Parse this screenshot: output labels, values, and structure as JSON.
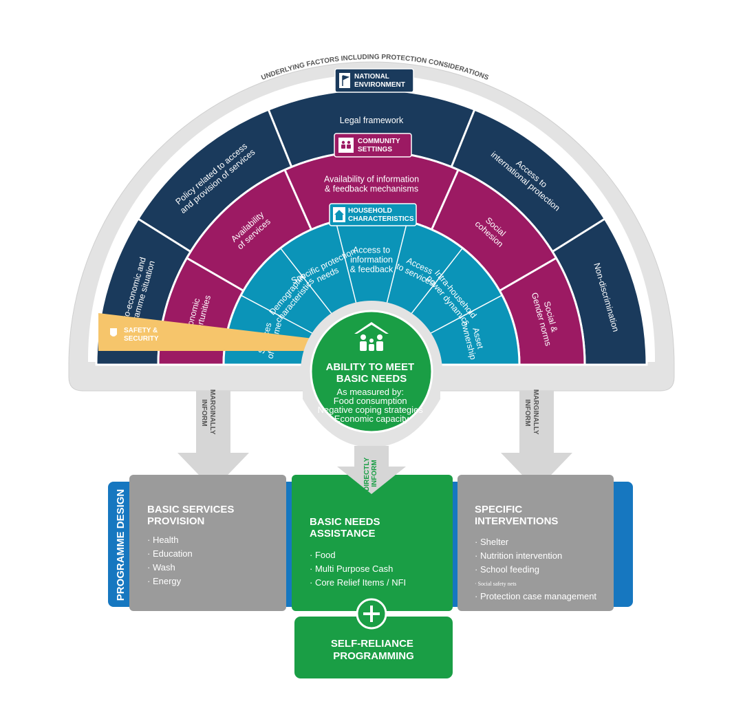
{
  "underlying_title": "UNDERLYING FACTORS INCLUDING PROTECTION CONSIDERATIONS",
  "layers": {
    "national": {
      "badge": [
        "NATIONAL",
        "ENVIRONMENT"
      ],
      "icon": "flag-icon",
      "color": "#1a3a5c",
      "segments": [
        [
          "Macro-economic and",
          "programme situation"
        ],
        [
          "Policy related to access",
          "and provision of services"
        ],
        [
          "Legal framework"
        ],
        [
          "Access to",
          "international protection"
        ],
        [
          "Non-discrimination"
        ]
      ]
    },
    "community": {
      "badge": [
        "COMMUNITY",
        "SETTINGS"
      ],
      "icon": "community-icon",
      "color": "#9c1a63",
      "segments": [
        [
          "Economic",
          "opportunities"
        ],
        [
          "Availability",
          "of services"
        ],
        [
          "Availability of information",
          "& feedback mechanisms"
        ],
        [
          "Social",
          "cohesion"
        ],
        [
          "Social &",
          "Gender norms"
        ]
      ]
    },
    "household": {
      "badge": [
        "HOUSEHOLD",
        "CHARACTERISTICS"
      ],
      "icon": "house-icon",
      "color": "#0b94b8",
      "segments": [
        [
          "Sources",
          "of income"
        ],
        [
          "Demographic",
          "characteristics"
        ],
        [
          "Specific protection",
          "needs"
        ],
        [
          "Access to",
          "information",
          "& feedback"
        ],
        [
          "Access",
          "to services"
        ],
        [
          "Intra-household",
          "power dynamics"
        ],
        [
          "Asset",
          "ownership"
        ]
      ]
    }
  },
  "safety": {
    "label": [
      "SAFETY &",
      "SECURITY"
    ],
    "icon": "heart-shield-icon",
    "color": "#f6c56b"
  },
  "center": {
    "title": [
      "ABILITY TO MEET",
      "BASIC NEEDS"
    ],
    "measured_by": [
      "As measured by:",
      "Food consumption",
      "Negative coping strategies",
      "Economic capacity"
    ],
    "icon": "family-house-icon",
    "color": "#1a9e45"
  },
  "arrows": {
    "left": [
      "MARGINALLY",
      "INFORM"
    ],
    "center": [
      "DIRECTLY",
      "INFORM"
    ],
    "right": [
      "MARGINALLY",
      "INFORM"
    ]
  },
  "programme_design": "PROGRAMME DESIGN",
  "boxes": {
    "basic_services": {
      "title": [
        "BASIC SERVICES",
        "PROVISION"
      ],
      "items": [
        "· Health",
        "· Education",
        "· Wash",
        "· Energy"
      ]
    },
    "basic_needs": {
      "title": [
        "BASIC NEEDS",
        "ASSISTANCE"
      ],
      "items": [
        "· Food",
        "· Multi Purpose Cash",
        "· Core Relief Items / NFI"
      ]
    },
    "specific": {
      "title": [
        "SPECIFIC",
        "INTERVENTIONS"
      ],
      "items": [
        "· Shelter",
        "· Nutrition intervention",
        "· School feeding"
      ],
      "small_item": "· Social safety nets",
      "last_item": "· Protection case management"
    }
  },
  "self_reliance": [
    "SELF-RELIANCE",
    "PROGRAMMING"
  ],
  "colors": {
    "gray_frame": "#e3e3e3",
    "gray_box": "#9b9b9b",
    "blue_band": "#1677c0",
    "green": "#1a9e45"
  }
}
